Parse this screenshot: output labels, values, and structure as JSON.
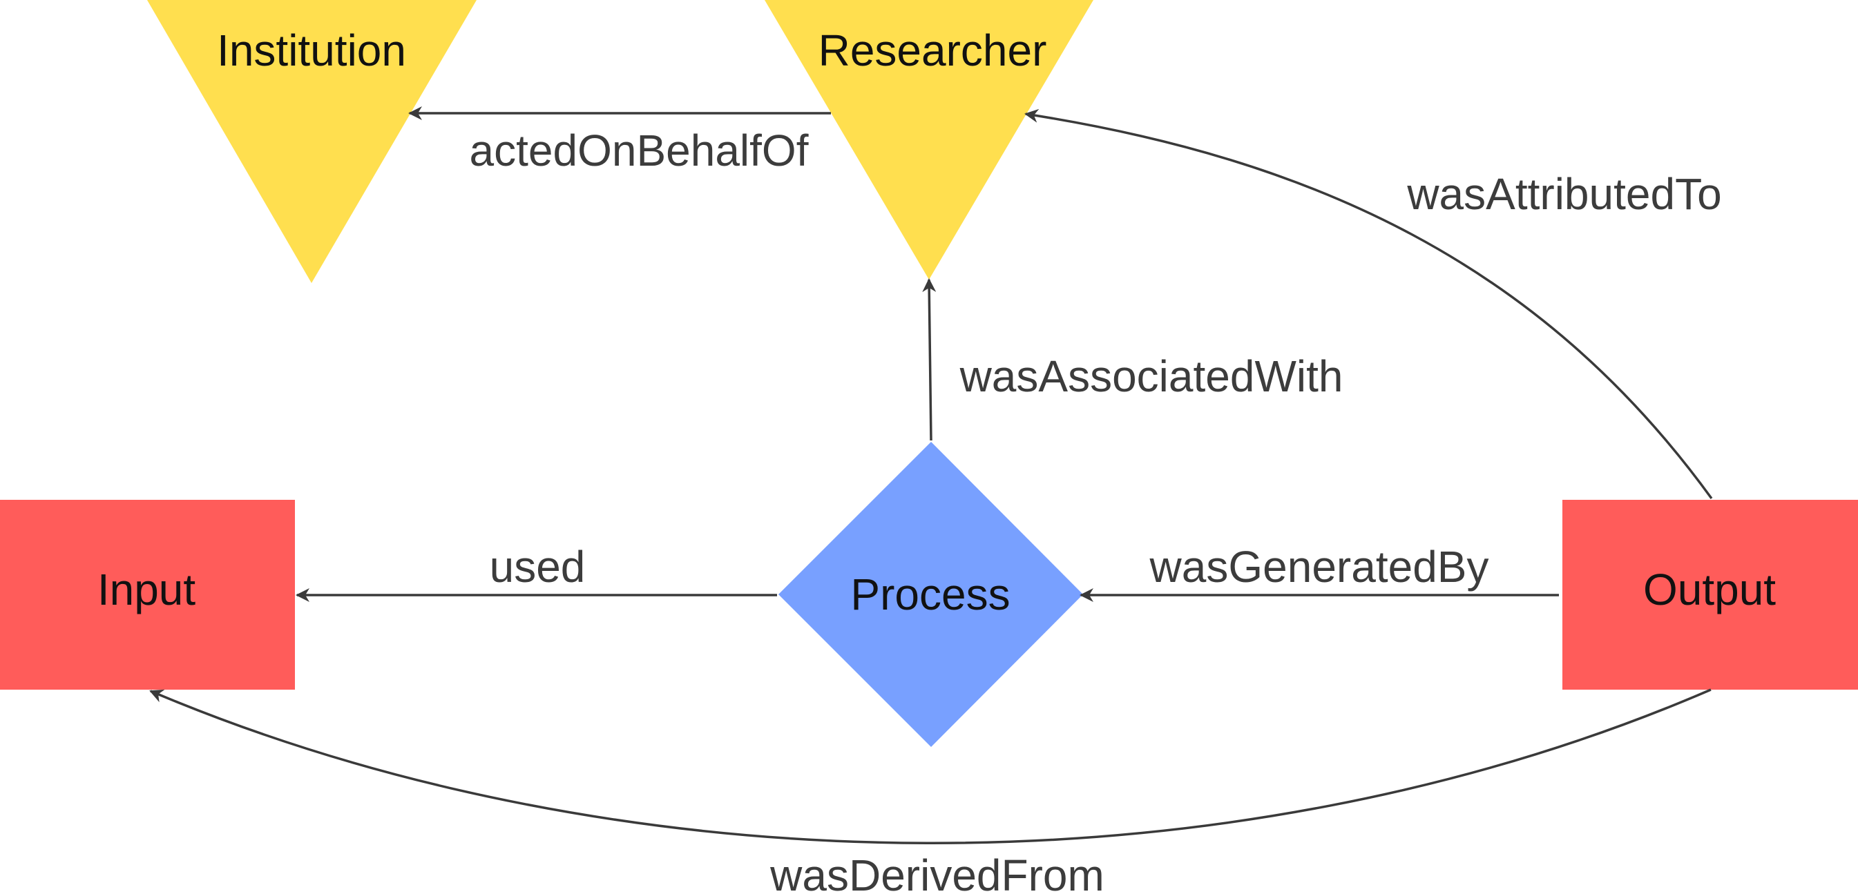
{
  "colors": {
    "agent": "#FFDF4F",
    "entity": "#FF5C5A",
    "activity": "#78A0FF",
    "edge": "#3A3A3A"
  },
  "nodes": {
    "institution": {
      "label": "Institution",
      "kind": "agent"
    },
    "researcher": {
      "label": "Researcher",
      "kind": "agent"
    },
    "input": {
      "label": "Input",
      "kind": "entity"
    },
    "process": {
      "label": "Process",
      "kind": "activity"
    },
    "output": {
      "label": "Output",
      "kind": "entity"
    }
  },
  "edges": {
    "acted_on_behalf_of": {
      "label": "actedOnBehalfOf",
      "from": "Researcher",
      "to": "Institution"
    },
    "was_attributed_to": {
      "label": "wasAttributedTo",
      "from": "Output",
      "to": "Researcher"
    },
    "was_associated_with": {
      "label": "wasAssociatedWith",
      "from": "Process",
      "to": "Researcher"
    },
    "used": {
      "label": "used",
      "from": "Process",
      "to": "Input"
    },
    "was_generated_by": {
      "label": "wasGeneratedBy",
      "from": "Output",
      "to": "Process"
    },
    "was_derived_from": {
      "label": "wasDerivedFrom",
      "from": "Output",
      "to": "Input"
    }
  }
}
